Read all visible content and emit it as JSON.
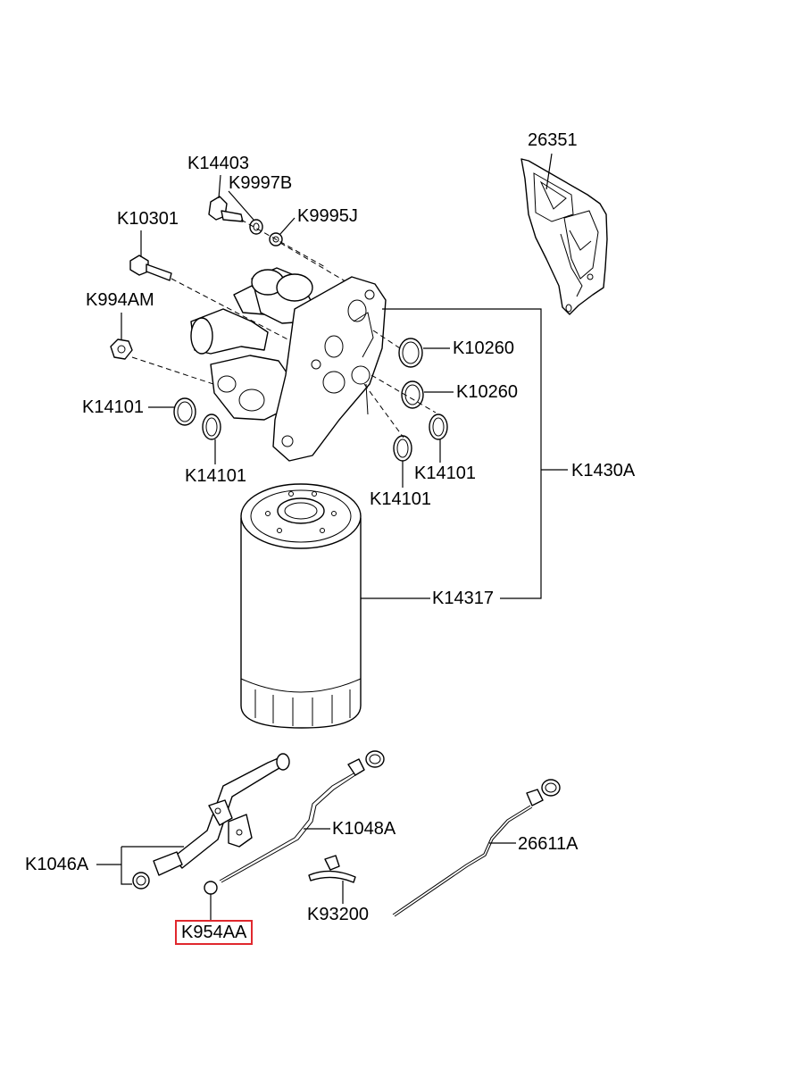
{
  "labels": {
    "p26351": "26351",
    "pK14403": "K14403",
    "pK9997B": "K9997B",
    "pK9995J": "K9995J",
    "pK10301": "K10301",
    "pK994AM": "K994AM",
    "pK10260a": "K10260",
    "pK10260b": "K10260",
    "pK14101a": "K14101",
    "pK14101b": "K14101",
    "pK14101c": "K14101",
    "pK14101d": "K14101",
    "pK1430A": "K1430A",
    "pK14317": "K14317",
    "pK1048A": "K1048A",
    "p26611A": "26611A",
    "pK1046A": "K1046A",
    "pK93200": "K93200",
    "pK954AA": "K954AA"
  },
  "highlight_color": "#e0282e"
}
